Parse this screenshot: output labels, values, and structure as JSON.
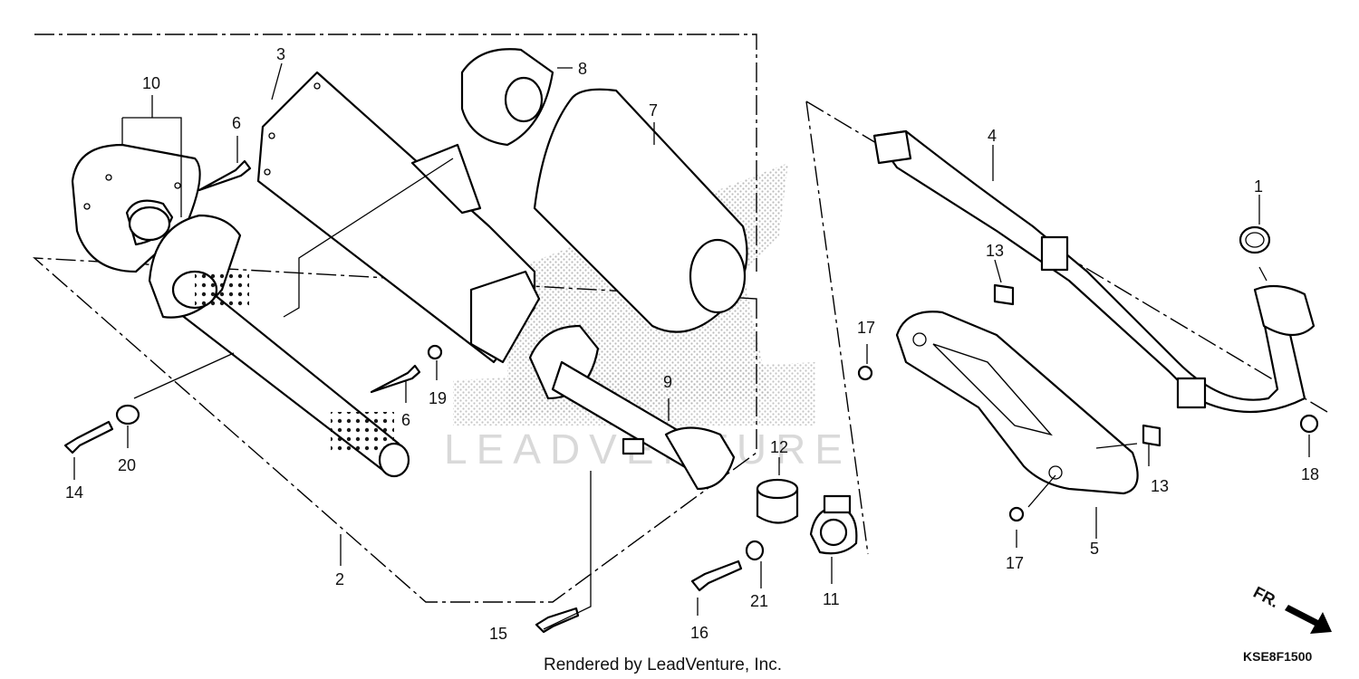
{
  "diagram_code": "KSE8F1500",
  "footer_text": "Rendered by LeadVenture, Inc.",
  "watermark_text": "LEADVENTURE",
  "direction_label": "FR.",
  "callouts": [
    {
      "id": "1",
      "text": "1"
    },
    {
      "id": "2",
      "text": "2"
    },
    {
      "id": "3",
      "text": "3"
    },
    {
      "id": "4",
      "text": "4"
    },
    {
      "id": "5",
      "text": "5"
    },
    {
      "id": "6a",
      "text": "6"
    },
    {
      "id": "6b",
      "text": "6"
    },
    {
      "id": "7",
      "text": "7"
    },
    {
      "id": "8",
      "text": "8"
    },
    {
      "id": "9",
      "text": "9"
    },
    {
      "id": "10",
      "text": "10"
    },
    {
      "id": "11",
      "text": "11"
    },
    {
      "id": "12",
      "text": "12"
    },
    {
      "id": "13a",
      "text": "13"
    },
    {
      "id": "13b",
      "text": "13"
    },
    {
      "id": "14",
      "text": "14"
    },
    {
      "id": "15",
      "text": "15"
    },
    {
      "id": "16",
      "text": "16"
    },
    {
      "id": "17a",
      "text": "17"
    },
    {
      "id": "17b",
      "text": "17"
    },
    {
      "id": "18",
      "text": "18"
    },
    {
      "id": "19",
      "text": "19"
    },
    {
      "id": "20",
      "text": "20"
    },
    {
      "id": "21",
      "text": "21"
    }
  ]
}
